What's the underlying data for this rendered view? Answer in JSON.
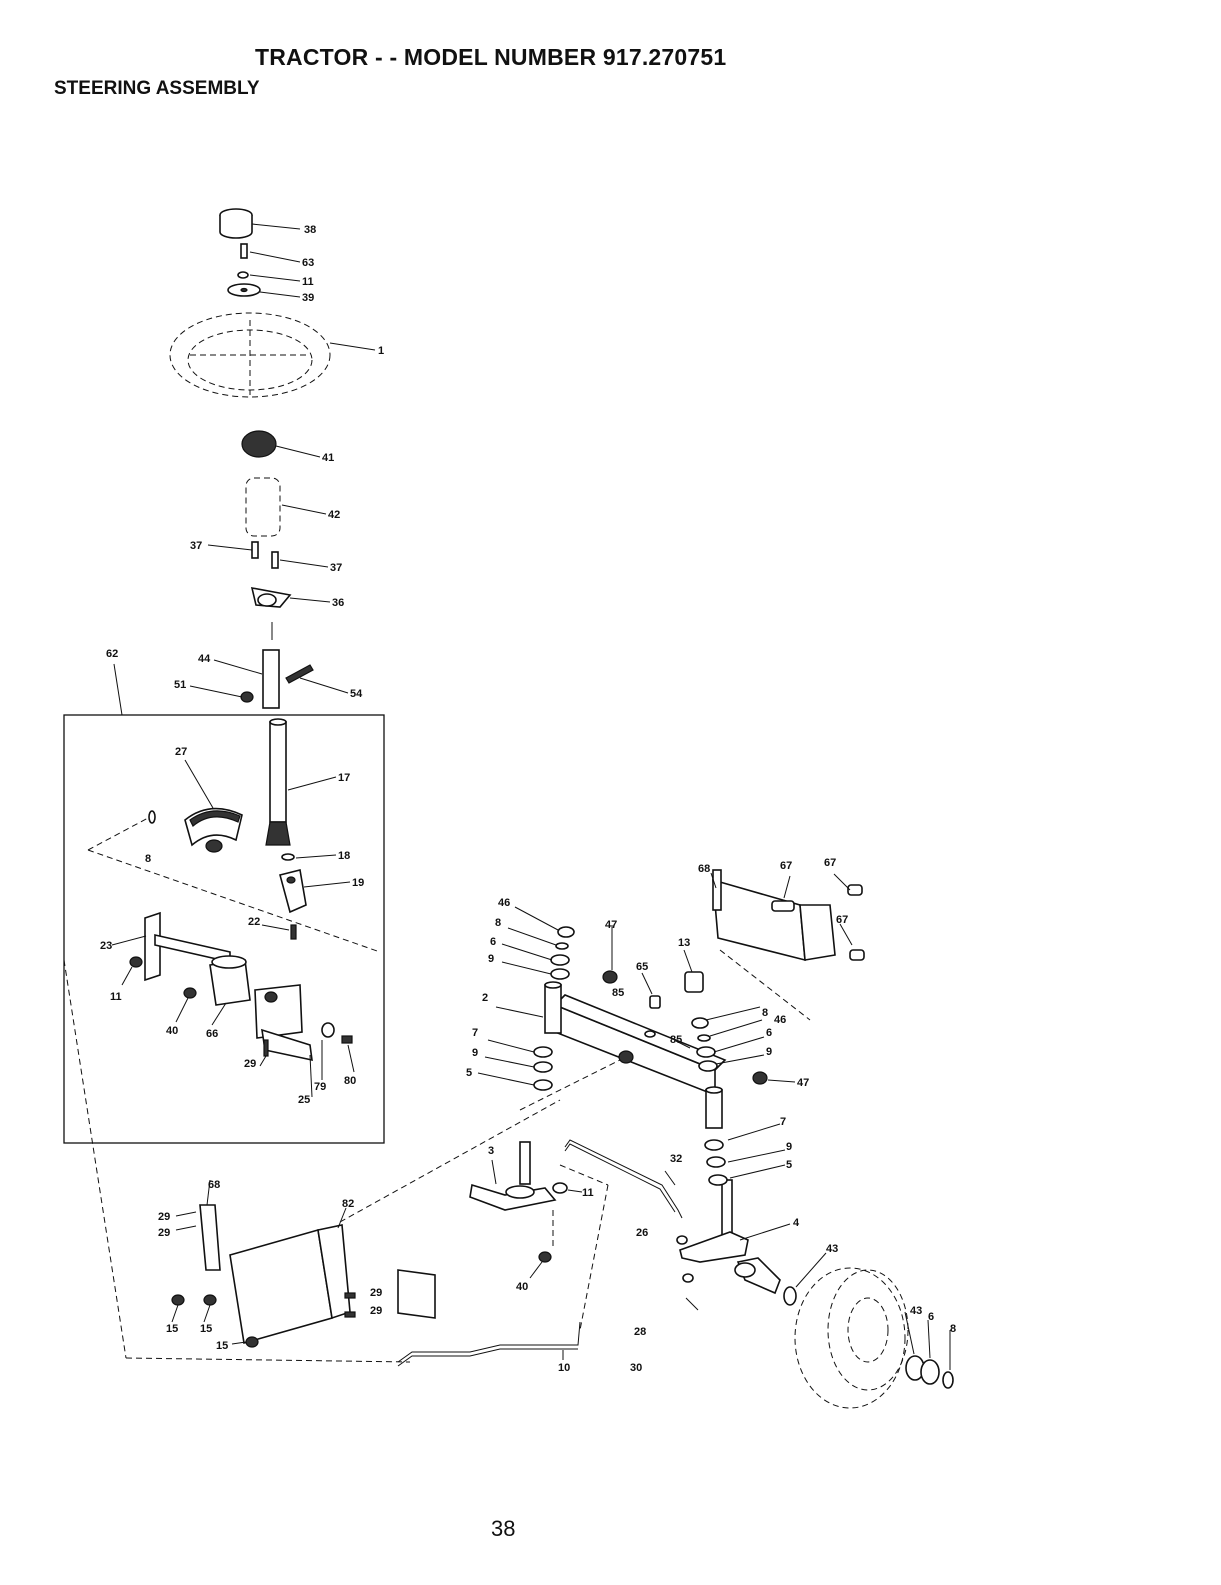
{
  "header": {
    "title": "TRACTOR - - MODEL NUMBER 917.270751",
    "subtitle": "STEERING ASSEMBLY"
  },
  "page_number": "38",
  "callouts": [
    "38",
    "63",
    "11",
    "39",
    "1",
    "41",
    "42",
    "37",
    "37",
    "36",
    "62",
    "44",
    "51",
    "54",
    "27",
    "17",
    "8",
    "18",
    "19",
    "22",
    "23",
    "11",
    "40",
    "66",
    "29",
    "25",
    "79",
    "80",
    "68",
    "29",
    "29",
    "82",
    "15",
    "15",
    "15",
    "29",
    "29",
    "46",
    "8",
    "6",
    "9",
    "47",
    "2",
    "7",
    "9",
    "5",
    "3",
    "11",
    "40",
    "10",
    "32",
    "26",
    "28",
    "30",
    "68",
    "67",
    "67",
    "67",
    "13",
    "65",
    "85",
    "46",
    "8",
    "6",
    "85",
    "9",
    "47",
    "7",
    "9",
    "5",
    "4",
    "43",
    "43",
    "6",
    "8"
  ]
}
